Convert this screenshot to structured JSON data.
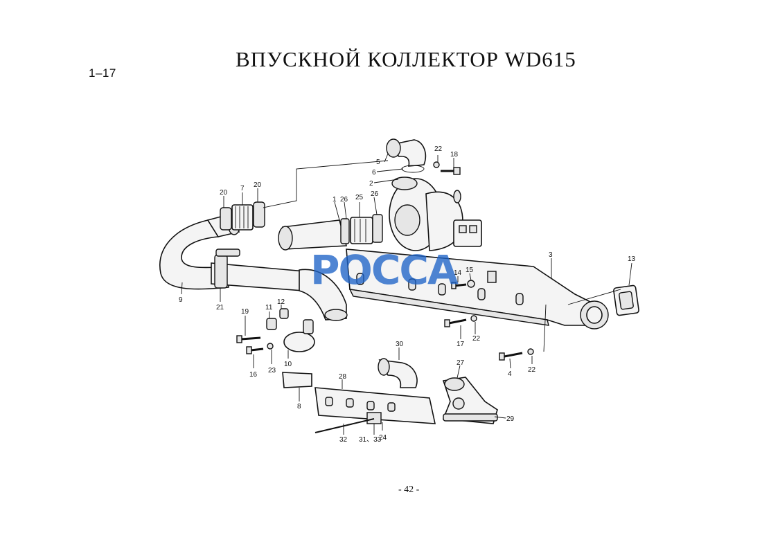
{
  "header": {
    "page_code": "1–17",
    "title": "ВПУСКНОЙ КОЛЛЕКТОР  WD615"
  },
  "footer": {
    "page_number": "- 42 -"
  },
  "watermark": {
    "text": "РОССА",
    "color": "#1e63c6"
  },
  "callouts": [
    "1",
    "2",
    "3",
    "4",
    "5",
    "6",
    "7",
    "8",
    "9",
    "10",
    "11",
    "12",
    "13",
    "14",
    "15",
    "16",
    "17",
    "18",
    "19",
    "20",
    "20",
    "21",
    "22",
    "22",
    "22",
    "23",
    "24",
    "25",
    "26",
    "26",
    "27",
    "28",
    "29",
    "30",
    "31、33",
    "32"
  ]
}
